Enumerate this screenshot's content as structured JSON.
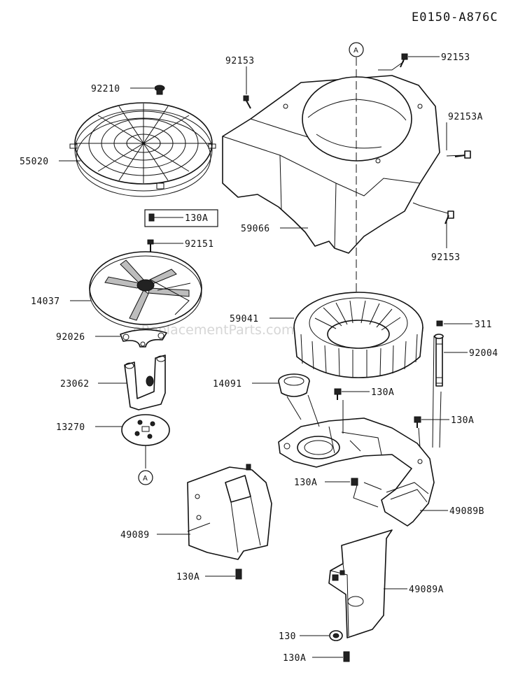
{
  "diagram": {
    "reference_code": "E0150-A876C",
    "watermark": "eReplacementParts.com",
    "ref_marker": "A",
    "part_labels": {
      "p92153_top_left": "92153",
      "p92153_top_right": "92153",
      "p92153a": "92153A",
      "p92153_right": "92153",
      "p92210": "92210",
      "p55020": "55020",
      "p59066": "59066",
      "p130a_boxed": "130A",
      "p92151": "92151",
      "p14037": "14037",
      "p59041": "59041",
      "p311": "311",
      "p92026": "92026",
      "p92004": "92004",
      "p23062": "23062",
      "p14091": "14091",
      "p130a_mid": "130A",
      "p130a_right": "130A",
      "p13270": "13270",
      "p130a_center": "130A",
      "p49089b": "49089B",
      "p49089": "49089",
      "p130a_lower_left": "130A",
      "p49089a": "49089A",
      "p130": "130",
      "p130a_bottom": "130A"
    }
  }
}
